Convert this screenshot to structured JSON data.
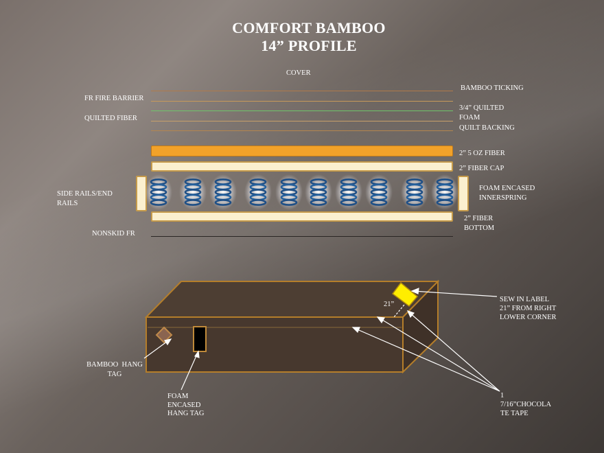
{
  "title": {
    "line1": "COMFORT BAMBOO",
    "line2": "14” PROFILE"
  },
  "layers": {
    "cover": "COVER",
    "bamboo_ticking": "BAMBOO TICKING",
    "fr_fire_barrier": "FR FIRE BARRIER",
    "quilted_foam_line1": "3/4” QUILTED",
    "quilted_foam_line2": "FOAM",
    "quilted_fiber": "QUILTED FIBER",
    "quilt_backing": "QUILT BACKING",
    "fiber_5oz": "2” 5 OZ FIBER",
    "fiber_cap": "2” FIBER CAP",
    "side_rails_line1": "SIDE RAILS/END",
    "side_rails_line2": "RAILS",
    "innerspring_line1": "FOAM ENCASED",
    "innerspring_line2": "INNERSPRING",
    "fiber_bottom_line1": "2” FIBER",
    "fiber_bottom_line2": "BOTTOM",
    "nonskid": "NONSKID FR"
  },
  "box": {
    "sew_label_line1": "SEW IN LABEL",
    "sew_label_line2": "21” FROM RIGHT",
    "sew_label_line3": "LOWER CORNER",
    "dimension": "21”",
    "hang_tag_line1": "BAMBOO  HANG",
    "hang_tag_line2": "TAG",
    "foam_tag_line1": "FOAM",
    "foam_tag_line2": "ENCASED",
    "foam_tag_line3": "HANG TAG",
    "tape_line1": "1",
    "tape_line2": "7/16”CHOCOLA",
    "tape_line3": "TE TAPE"
  },
  "colors": {
    "orange_fiber": "#f2a22a",
    "cream_layer": "#fbf0cf",
    "border_gold": "#c59a4a",
    "box_brown": "#4a3a2e",
    "label_yellow": "#ffee00"
  }
}
